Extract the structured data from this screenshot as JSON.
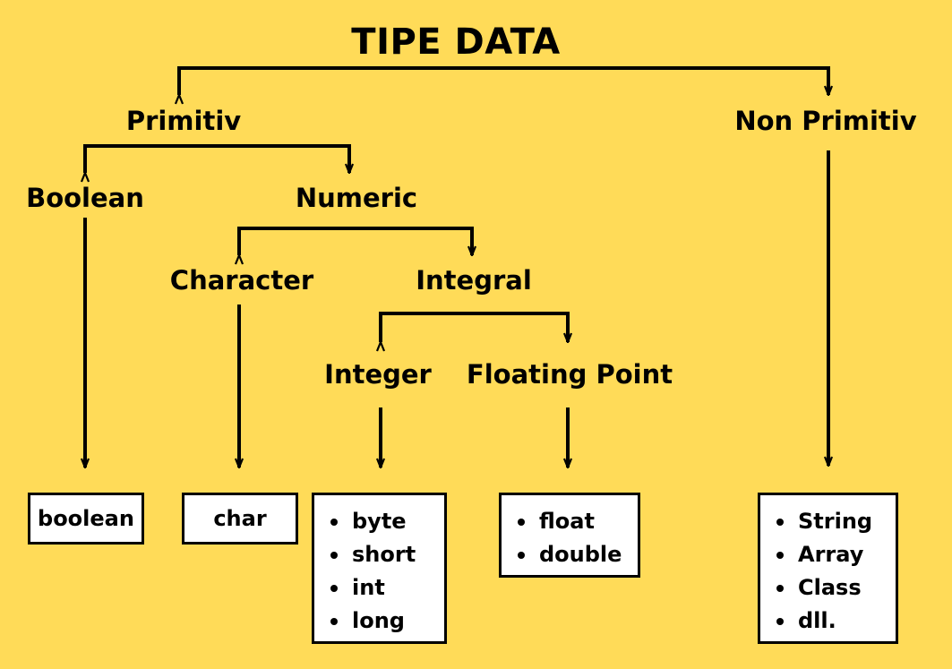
{
  "title": "TIPE DATA",
  "nodes": {
    "primitiv": "Primitiv",
    "non_primitiv": "Non Primitiv",
    "boolean": "Boolean",
    "numeric": "Numeric",
    "character": "Character",
    "integral": "Integral",
    "integer": "Integer",
    "floating_point": "Floating Point"
  },
  "leaves": {
    "boolean": "boolean",
    "char": "char",
    "integer_types": [
      "byte",
      "short",
      "int",
      "long"
    ],
    "floating_types": [
      "float",
      "double"
    ],
    "non_primitive_types": [
      "String",
      "Array",
      "Class",
      "dll."
    ]
  },
  "colors": {
    "background": "#FFDB58",
    "box_fill": "#FFFFFF",
    "line": "#000000"
  }
}
